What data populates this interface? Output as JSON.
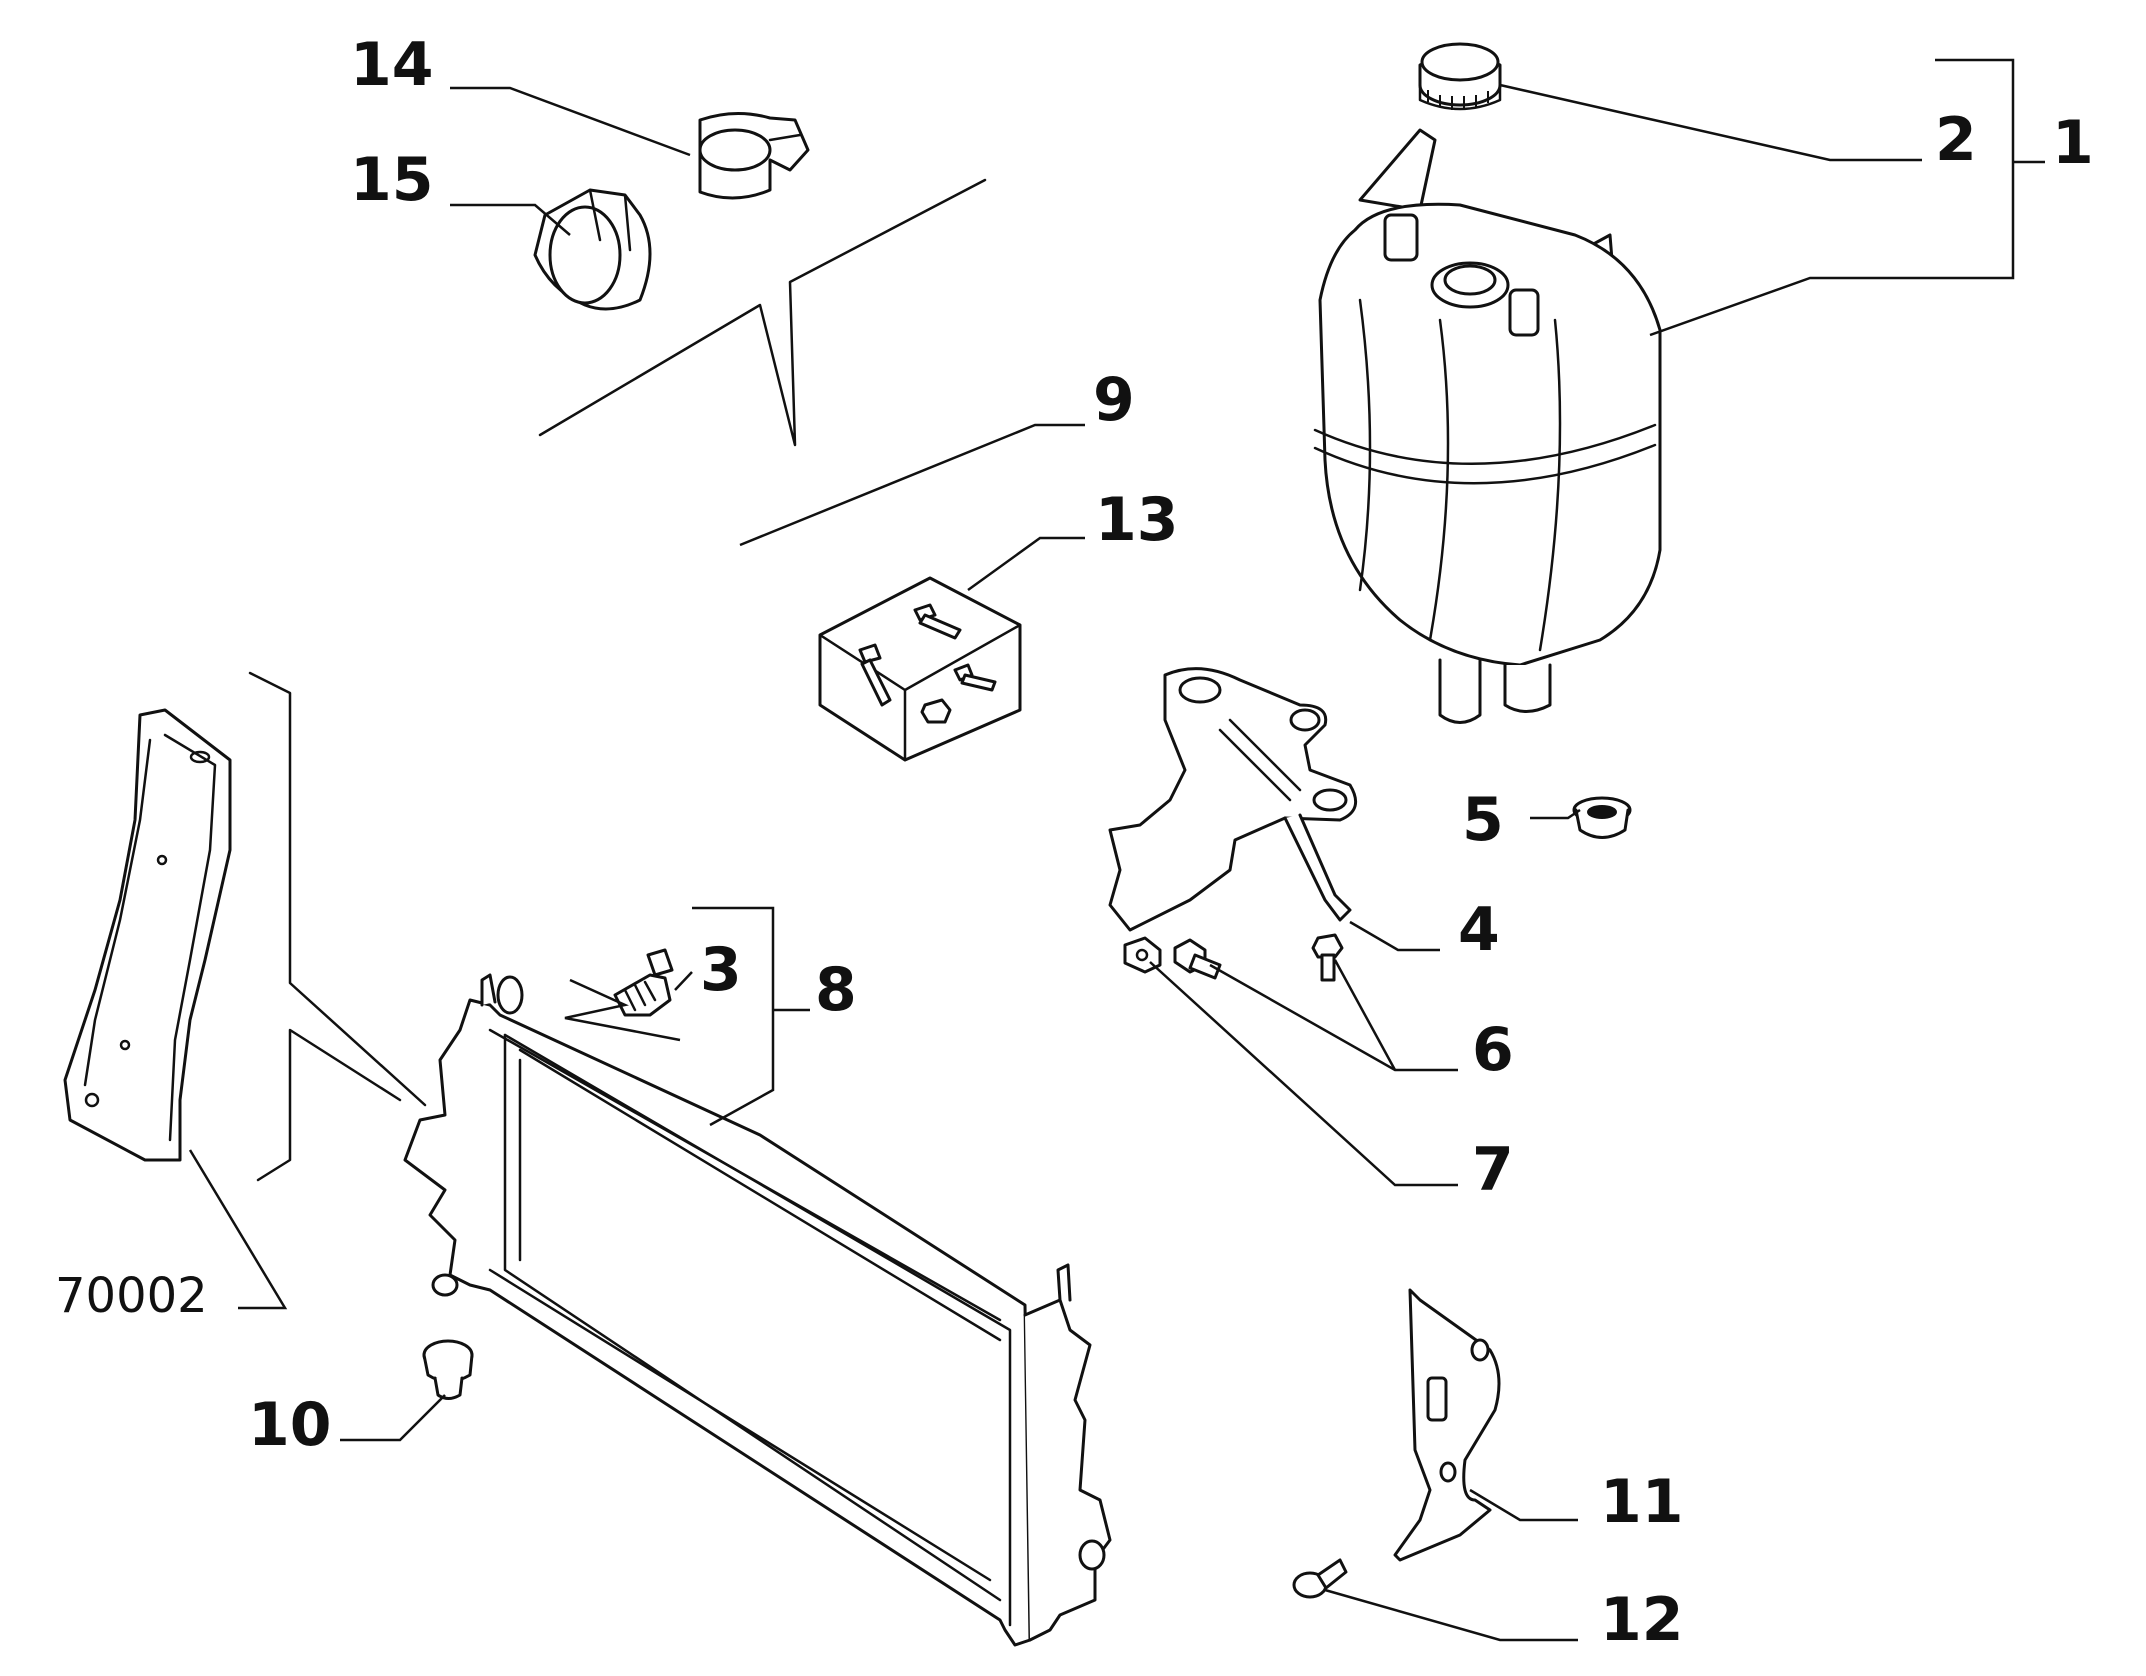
{
  "callouts": {
    "c1": "1",
    "c2": "2",
    "c3": "3",
    "c4": "4",
    "c5": "5",
    "c6": "6",
    "c7": "7",
    "c8": "8",
    "c9": "9",
    "c10": "10",
    "c11": "11",
    "c12": "12",
    "c13": "13",
    "c14": "14",
    "c15": "15"
  },
  "reference": "70002"
}
